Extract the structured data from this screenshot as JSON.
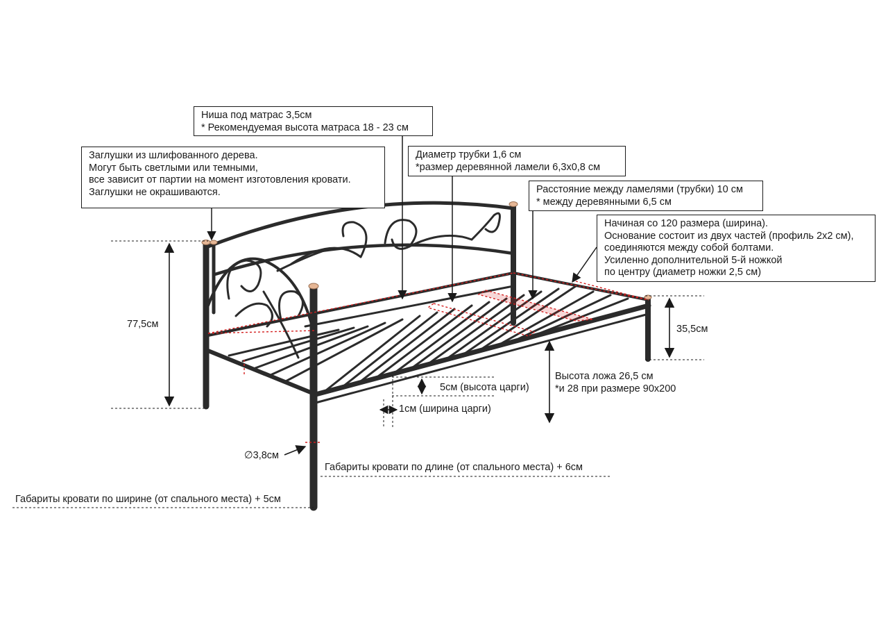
{
  "callouts": {
    "mattress_niche": {
      "line1": "Ниша под матрас 3,5см",
      "line2": "* Рекомендуемая высота матраса 18 - 23 см"
    },
    "wood_caps": {
      "line1": "Заглушки из шлифованного дерева.",
      "line2": "Могут быть светлыми или темными,",
      "line3": "все зависит от партии на момент изготовления кровати.",
      "line4": "Заглушки не окрашиваются."
    },
    "tube_diameter": {
      "line1": "Диаметр трубки 1,6 см",
      "line2": "*размер деревянной ламели 6,3х0,8 см"
    },
    "slat_spacing": {
      "line1": "Расстояние между ламелями (трубки) 10 см",
      "line2": "* между деревянными 6,5 см"
    },
    "base_parts": {
      "line1": "Начиная со 120 размера (ширина).",
      "line2": "Основание состоит из двух частей (профиль 2х2 см),",
      "line3": "соединяются между собой болтами.",
      "line4": "Усиленно дополнительной 5-й ножкой",
      "line5": "по центру (диаметр ножки 2,5 см)"
    }
  },
  "dimensions": {
    "back_height": "77,5см",
    "side_height": "35,5см",
    "frame_height": "5см (высота царги)",
    "frame_width": "1см (ширина царги)",
    "bed_height_line1": "Высота ложа 26,5 см",
    "bed_height_line2": "*и 28 при размере 90х200",
    "leg_diameter": "∅3,8см",
    "length_overall": "Габариты кровати по длине (от спального места) + 6см",
    "width_overall": "Габариты кровати по ширине (от спального места) + 5см"
  },
  "colors": {
    "frame": "#2b2b2b",
    "annotation_line": "#1a1a1a",
    "highlight_dash": "#d42020",
    "wood_cap": "#e6b796"
  }
}
